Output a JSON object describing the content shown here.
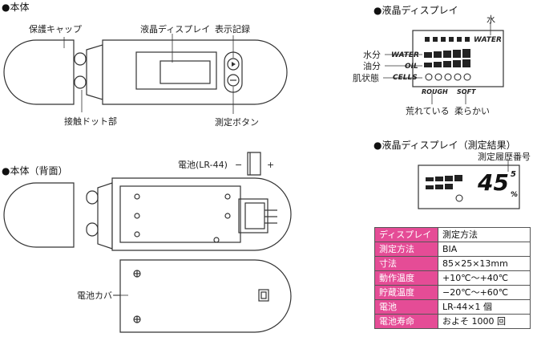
{
  "headings": {
    "body": "●本体",
    "lcd": "●液晶ディスプレイ",
    "lcd_result": "●液晶ディスプレイ（測定結果）",
    "body_back": "●本体（背面）"
  },
  "device_front": {
    "cap_label": "保護キャップ",
    "lcd_label": "液晶ディスプレイ",
    "record_label": "表示記録",
    "contacts_label": "接触ドット部",
    "measure_label": "測定ボタン"
  },
  "lcd_display": {
    "water_top": "WATER",
    "water_icon_label": "水",
    "row_water": "WATER",
    "row_oil": "OIL",
    "row_cells": "CELLS",
    "label_water": "水分",
    "label_oil": "油分",
    "label_cells": "肌状態",
    "rough": "ROUGH",
    "soft": "SOFT",
    "rough_jp": "荒れている",
    "soft_jp": "柔らかい"
  },
  "lcd_result": {
    "history_label": "測定履歴番号",
    "value": "45",
    "history_no": "5",
    "unit": "%"
  },
  "device_back": {
    "battery_label": "電池(LR-44)",
    "minus": "−",
    "plus": "+",
    "cover_label": "電池カバー"
  },
  "spec_table": [
    {
      "key": "ディスプレイ",
      "value": "測定方法"
    },
    {
      "key": "測定方法",
      "value": "BIA"
    },
    {
      "key": "寸法",
      "value": "85×25×13mm"
    },
    {
      "key": "動作温度",
      "value": "+10℃〜+40℃"
    },
    {
      "key": "貯蔵温度",
      "value": "−20℃〜+60℃"
    },
    {
      "key": "電池",
      "value": "LR-44×1 個"
    },
    {
      "key": "電池寿命",
      "value": "およそ 1000 回"
    }
  ],
  "colors": {
    "accent": "#e54c96",
    "line": "#333333"
  }
}
